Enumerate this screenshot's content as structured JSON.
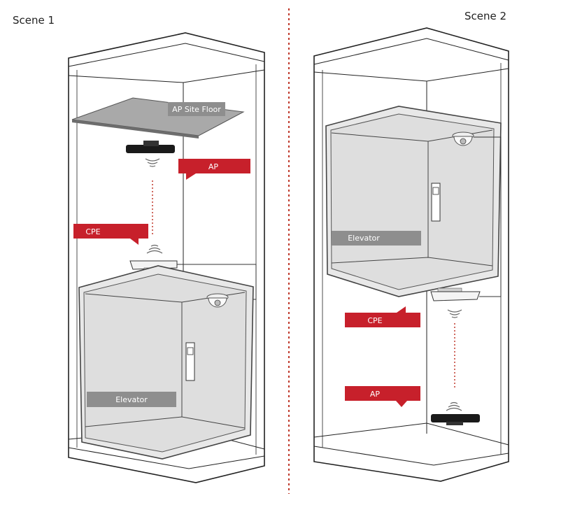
{
  "scene1": {
    "title": "Scene 1",
    "ap_site_floor_label": "AP Site Floor",
    "ap_label": "AP",
    "cpe_label": "CPE",
    "elevator_label": "Elevator"
  },
  "scene2": {
    "title": "Scene 2",
    "elevator_label": "Elevator",
    "cpe_label": "CPE",
    "ap_label": "AP"
  },
  "colors": {
    "callout_red": "#c7202b",
    "label_gray": "#8e8e8e",
    "floor_gray": "#a9a9a9",
    "cabin_gray": "#e8e8e8",
    "divider_red": "#c0392b"
  }
}
